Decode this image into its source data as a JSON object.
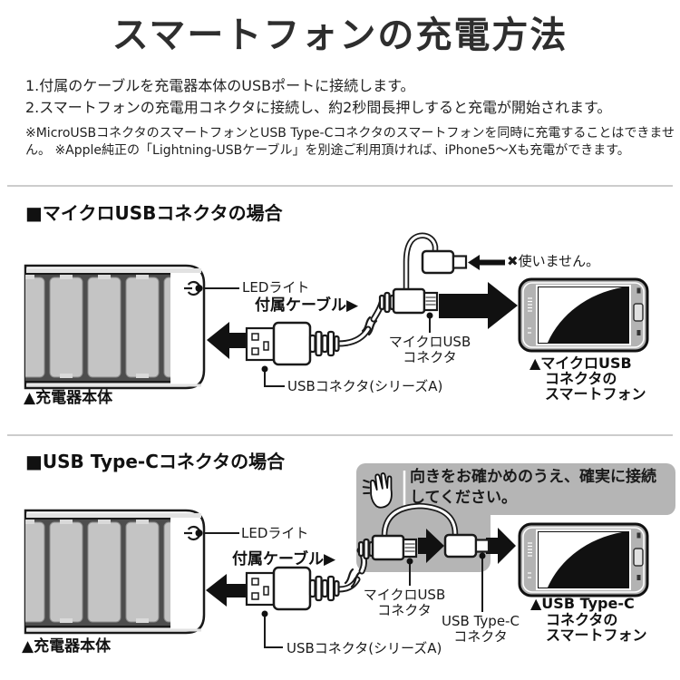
{
  "page": {
    "title": "スマートフォンの充電方法",
    "steps": [
      "1.付属のケーブルを充電器本体のUSBポートに接続します。",
      "2.スマートフォンの充電用コネクタに接続し、約2秒間長押しすると充電が開始されます。"
    ],
    "notes": [
      "※MicroUSBコネクタのスマートフォンとUSB Type-Cコネクタのスマートフォンを同時に充電することはできませ",
      "ん。 ※Apple純正の「Lightning-USBケーブル」を別途ご利用頂ければ、iPhone5〜Xも充電ができます。"
    ]
  },
  "sections": {
    "micro": {
      "heading": "■マイクロUSBコネクタの場合",
      "led_label": "LEDライト",
      "cable_label": "付属ケーブル▶",
      "micro_connector_label": [
        "マイクロUSB",
        "コネクタ"
      ],
      "usb_a_label": "USBコネクタ(シリーズA)",
      "not_used_label": "✖使いません。",
      "charger_caption": "▲充電器本体",
      "phone_caption": [
        "▲マイクロUSB",
        "コネクタの",
        "スマートフォン"
      ]
    },
    "typec": {
      "heading": "■USB Type-Cコネクタの場合",
      "callout": [
        "向きをお確かめのうえ、確実に接続",
        "してください。"
      ],
      "led_label": "LEDライト",
      "cable_label": "付属ケーブル▶",
      "micro_connector_label": [
        "マイクロUSB",
        "コネクタ"
      ],
      "typec_connector_label": [
        "USB Type-C",
        "コネクタ"
      ],
      "usb_a_label": "USBコネクタ(シリーズA)",
      "charger_caption": "▲充電器本体",
      "phone_caption": [
        "▲USB Type-C",
        "コネクタの",
        "スマートフォン"
      ]
    }
  },
  "colors": {
    "line_art": "#1a1a1a",
    "battery_fill": "#c4c4c4",
    "battery_bay": "#4d4d4d",
    "phone_body": "#b3b3b3",
    "callout_bg": "#b5b5b5",
    "divider": "#cccccc",
    "text": "#222222"
  },
  "icons": {
    "power": "power-standby-icon",
    "hand": "hand-caution-icon",
    "cross_glyph": "✖",
    "pointer_glyph": "▶",
    "caption_glyph": "▲"
  }
}
